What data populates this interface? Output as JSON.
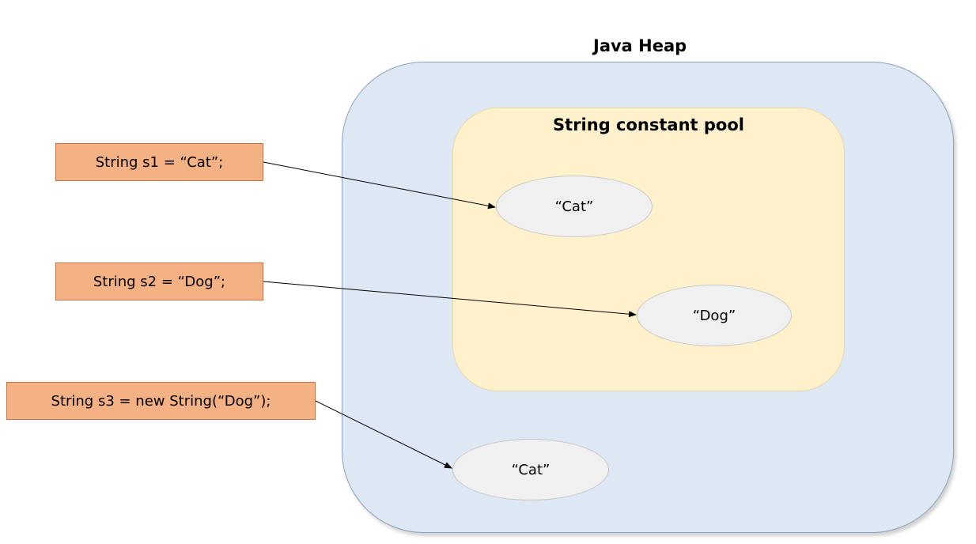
{
  "heap": {
    "title": "Java Heap"
  },
  "pool": {
    "title": "String constant pool"
  },
  "declarations": [
    {
      "code": "String s1 = “Cat”;"
    },
    {
      "code": "String s2 = “Dog”;"
    },
    {
      "code": "String s3 = new String(“Dog”);"
    }
  ],
  "objects": [
    {
      "label": "“Cat”"
    },
    {
      "label": "“Dog”"
    },
    {
      "label": "“Cat”"
    }
  ],
  "colors": {
    "heap": "#dde8f4",
    "pool": "#fff1cc",
    "code_box": "#f4b183",
    "string_object": "#f0f0f0"
  }
}
